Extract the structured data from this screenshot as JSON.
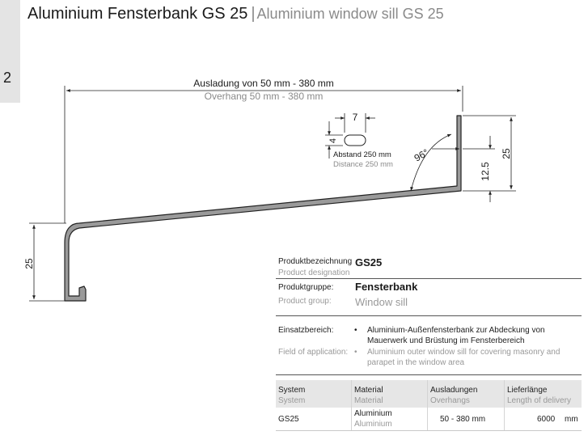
{
  "header": {
    "title_de": "Aluminium Fensterbank GS 25",
    "separator": "|",
    "title_en": "Aluminium window sill GS 25"
  },
  "side_tab": {
    "number": "2"
  },
  "drawing": {
    "overhang_de": "Ausladung von 50 mm - 380 mm",
    "overhang_en": "Overhang 50 mm - 380 mm",
    "slot_width": "7",
    "slot_height": "4",
    "spacing_de": "Abstand 250 mm",
    "spacing_en": "Distance 250 mm",
    "angle": "96°",
    "height_right": "25",
    "mid_height": "12.5",
    "height_left": "25",
    "line_color": "#222222",
    "profile_fill": "#9a9a9a"
  },
  "product": {
    "designation_label_de": "Produktbezeichnung",
    "designation_label_en": "Product designation",
    "designation_value": "GS25",
    "group_label_de": "Produktgruppe:",
    "group_label_en": "Product group:",
    "group_value_de": "Fensterbank",
    "group_value_en": "Window sill",
    "application_label_de": "Einsatzbereich:",
    "application_label_en": "Field of application:",
    "application_bullet": "•",
    "application_de": "Aluminium-Außenfensterbank zur Abdeckung von Mauerwerk und Brüstung im Fensterbereich",
    "application_en": "Aluminium outer window sill for covering masonry and parapet in the window area"
  },
  "table": {
    "headers": [
      {
        "de": "System",
        "en": "System"
      },
      {
        "de": "Material",
        "en": "Material"
      },
      {
        "de": "Ausladungen",
        "en": "Overhangs"
      },
      {
        "de": "Lieferlänge",
        "en": "Length of delivery"
      }
    ],
    "row": {
      "system": "GS25",
      "material_de": "Aluminium",
      "material_en": "Aluminium",
      "overhang": "50 - 380  mm",
      "length": "6000",
      "length_unit": "mm"
    }
  }
}
